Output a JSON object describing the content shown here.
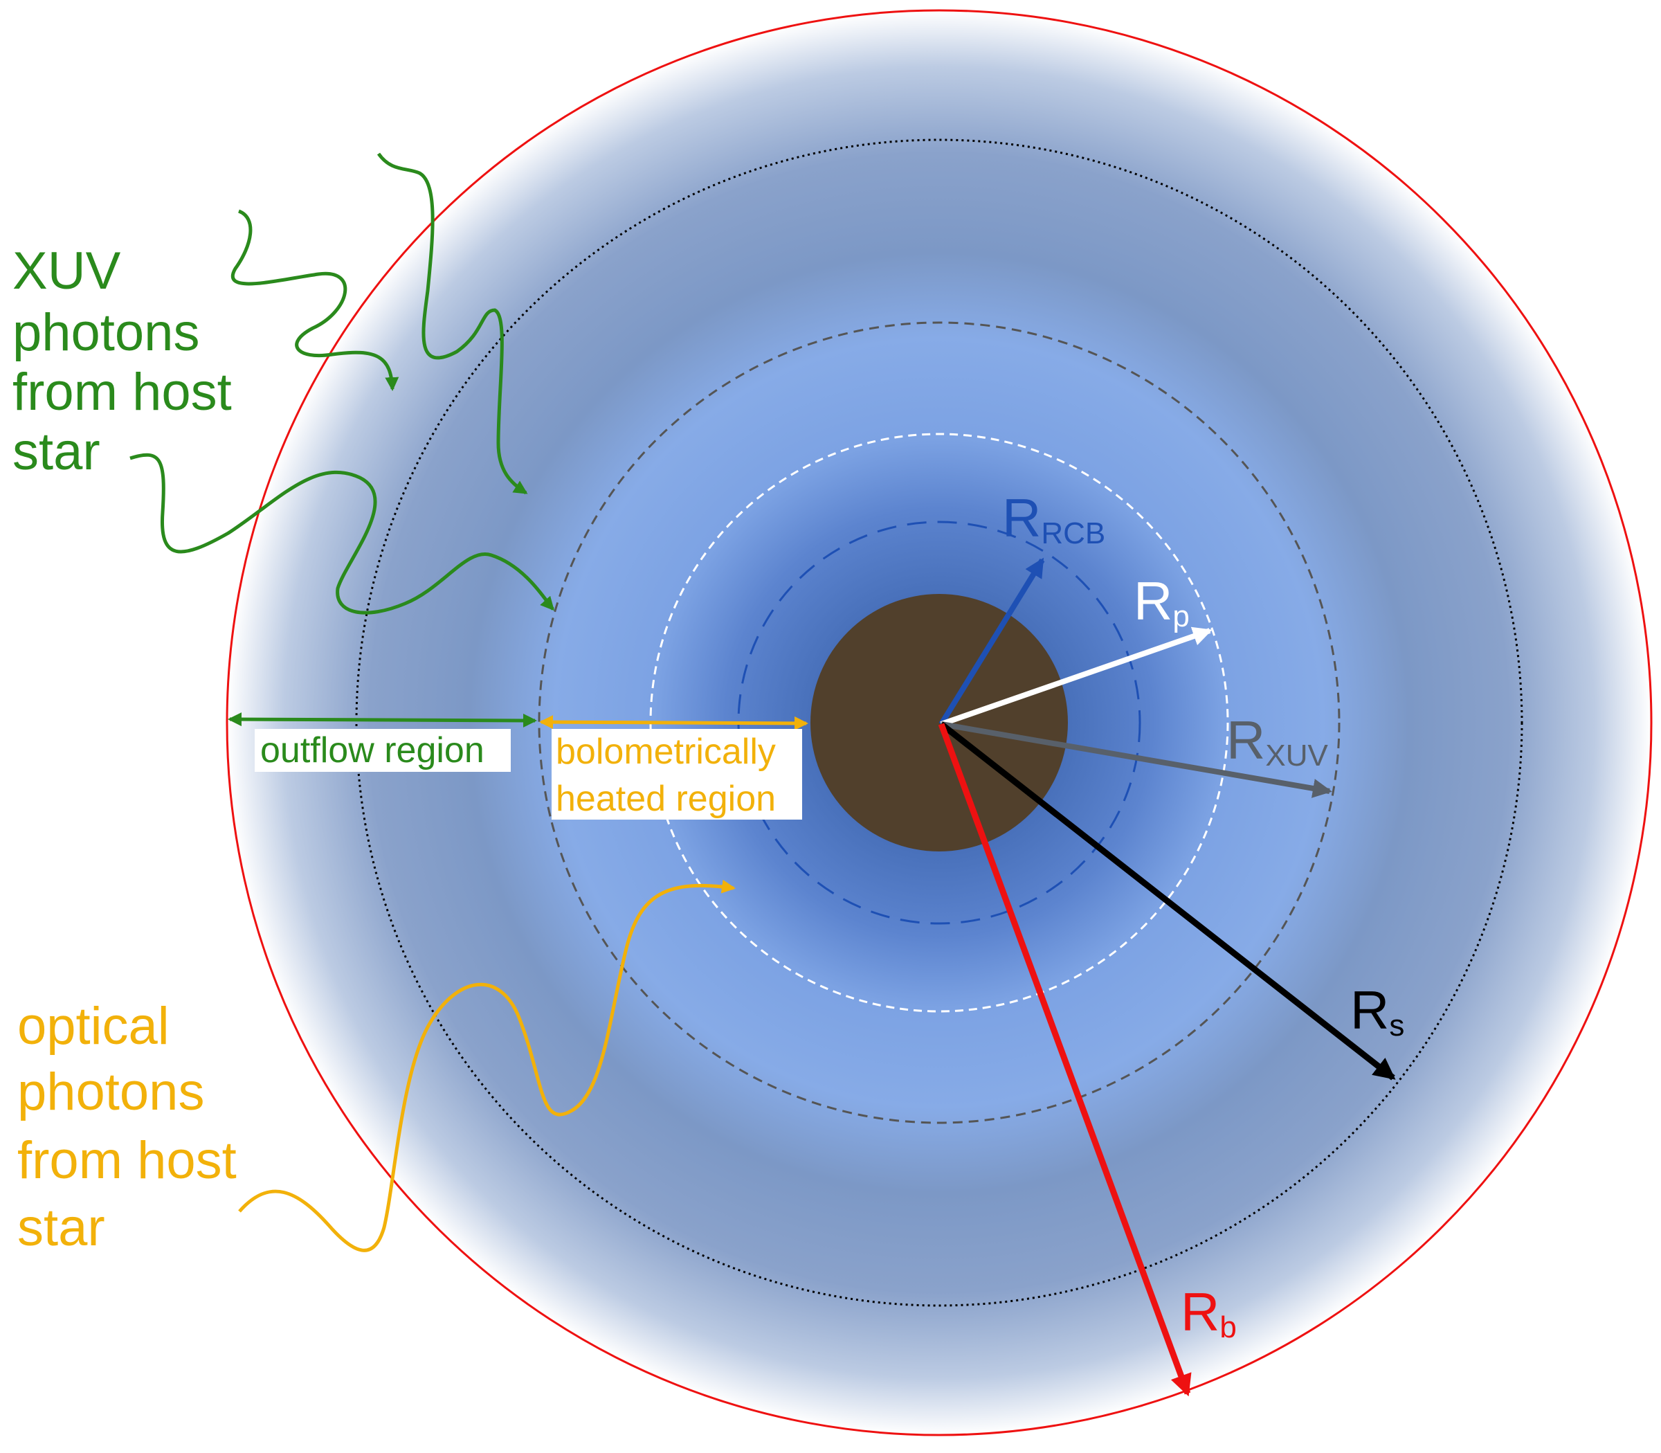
{
  "colors": {
    "xuv": "#2a8a1c",
    "optical": "#f2b10a",
    "rcb": "#1e50b4",
    "rp": "#ffffff",
    "rxuv": "#58606a",
    "rs": "#000000",
    "rb": "#ee1111",
    "core": "#51402c",
    "inner_blue": "#4a72bc",
    "mid_blue": "#86aae6",
    "outer_blue": "#7e98c4"
  },
  "labels": {
    "xuv_photons": [
      "XUV",
      "photons",
      "from host",
      "star"
    ],
    "optical_photons": [
      "optical",
      "photons",
      "from host",
      "star"
    ],
    "outflow_region": "outflow region",
    "bolometric_region": [
      "bolometrically",
      "heated region"
    ]
  },
  "radii": {
    "rcb": {
      "main": "R",
      "sub": "RCB"
    },
    "rp": {
      "main": "R",
      "sub": "p"
    },
    "rxuv": {
      "main": "R",
      "sub": "XUV"
    },
    "rs": {
      "main": "R",
      "sub": "s"
    },
    "rb": {
      "main": "R",
      "sub": "b"
    }
  }
}
